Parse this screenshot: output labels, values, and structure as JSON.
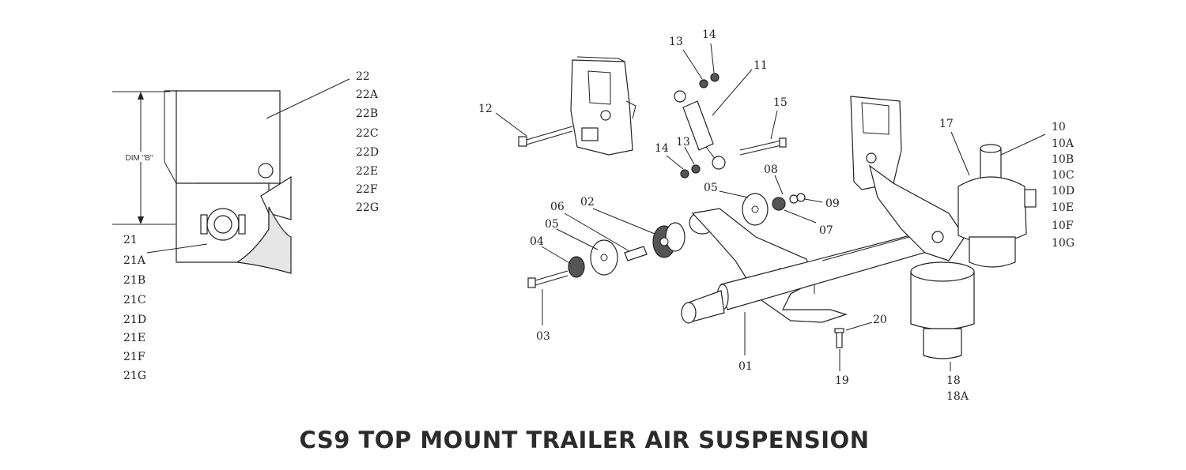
{
  "title": "CS9 TOP MOUNT TRAILER AIR SUSPENSION",
  "dimension_label": "DIM \"B\"",
  "callouts": {
    "c01": "01",
    "c02": "02",
    "c03": "03",
    "c04": "04",
    "c05a": "05",
    "c05b": "05",
    "c06": "06",
    "c07": "07",
    "c08": "08",
    "c09": "09",
    "c11": "11",
    "c12": "12",
    "c13a": "13",
    "c13b": "13",
    "c14a": "14",
    "c14b": "14",
    "c15": "15",
    "c17": "17",
    "c19": "19",
    "c20": "20"
  },
  "hanger_left_variants": [
    "21",
    "21A",
    "21B",
    "21C",
    "21D",
    "21E",
    "21F",
    "21G"
  ],
  "hanger_right_variants": [
    "22",
    "22A",
    "22B",
    "22C",
    "22D",
    "22E",
    "22F",
    "22G"
  ],
  "airbag_variants": [
    "10",
    "10A",
    "10B",
    "10C",
    "10D",
    "10E",
    "10F",
    "10G"
  ],
  "bumper_variants": [
    "18",
    "18A"
  ]
}
